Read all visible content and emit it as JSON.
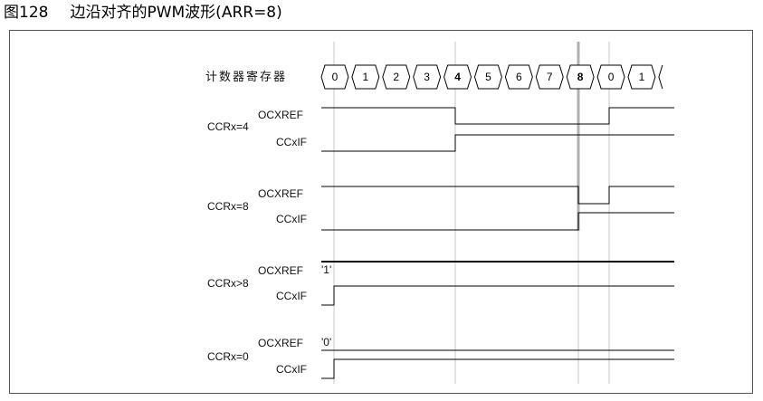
{
  "figure": {
    "number": "图128",
    "caption": "边沿对齐的PWM波形(ARR=8)"
  },
  "counter": {
    "label": "计数器寄存器",
    "values": [
      "0",
      "1",
      "2",
      "3",
      "4",
      "5",
      "6",
      "7",
      "8",
      "0",
      "1"
    ],
    "bold_values": [
      "4",
      "8"
    ]
  },
  "groups": [
    {
      "condition": "CCRx=4",
      "ocxref_label": "OCXREF",
      "ccxif_label": "CCxIF",
      "const_label": ""
    },
    {
      "condition": "CCRx=8",
      "ocxref_label": "OCXREF",
      "ccxif_label": "CCxIF",
      "const_label": ""
    },
    {
      "condition": "CCRx>8",
      "ocxref_label": "OCXREF",
      "ccxif_label": "CCxIF",
      "const_label": "'1'"
    },
    {
      "condition": "CCRx=0",
      "ocxref_label": "OCXREF",
      "ccxif_label": "CCxIF",
      "const_label": "'0'"
    }
  ]
}
